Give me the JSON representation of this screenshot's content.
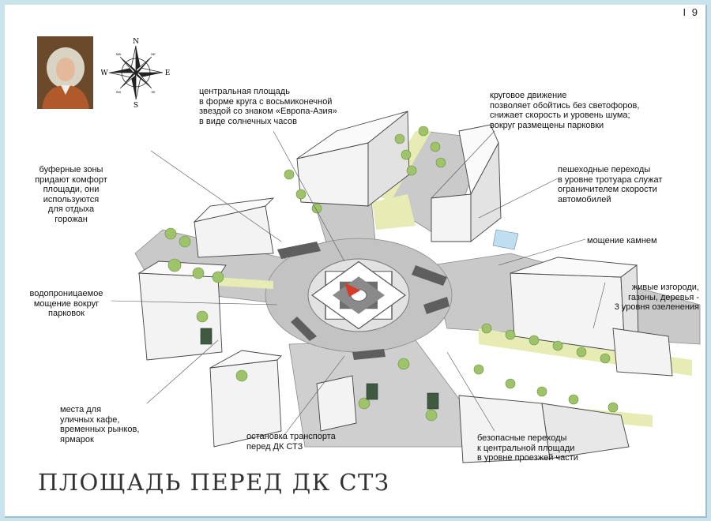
{
  "page_number": "I 9",
  "title": "ПЛОЩАДЬ ПЕРЕД ДК СТЗ",
  "compass": {
    "n": "N",
    "s": "S",
    "e": "E",
    "w": "W",
    "ne": "NE",
    "nw": "NW",
    "se": "SE",
    "sw": "SW"
  },
  "annotations": {
    "central_square": [
      "центральная площадь",
      "в форме круга с восьмиконечной",
      "звездой со знаком «Европа-Азия»",
      "в виде солнечных часов"
    ],
    "roundabout": [
      "круговое движение",
      "позволяет обойтись без светофоров,",
      "снижает скорость и уровень шума;",
      "вокруг размещены парковки"
    ],
    "buffer_zones": [
      "буферные зоны",
      "придают комфорт",
      "площади, они",
      "используются",
      "для отдыха",
      "горожан"
    ],
    "crosswalks": [
      "пешеходные переходы",
      "в уровне тротуара служат",
      "ограничителем скорости",
      "автомобилей"
    ],
    "stone_paving": [
      "мощение камнем"
    ],
    "permeable_paving": [
      "водопроницаемое",
      "мощение вокруг",
      "парковок"
    ],
    "hedges": [
      "живые изгороди,",
      "газоны, деревья -",
      "3 уровня озеленения"
    ],
    "cafe_places": [
      "места для",
      "уличных кафе,",
      "временных рынков,",
      "ярмарок"
    ],
    "transit_stop": [
      "остановка транспорта",
      "перед ДК СТЗ"
    ],
    "safe_crossings": [
      "безопасные переходы",
      "к центральной площади",
      "в уровне проезжей части"
    ]
  },
  "colors": {
    "background": "#c9e3ec",
    "sheet": "#ffffff",
    "road": "#c6c6c6",
    "grass": "#e6ecb4",
    "tree": "#9fc36b",
    "building": "#f3f3f3",
    "star_light": "#ffffff",
    "star_dark": "#6e6e6e",
    "accent": "#d83a2a"
  }
}
